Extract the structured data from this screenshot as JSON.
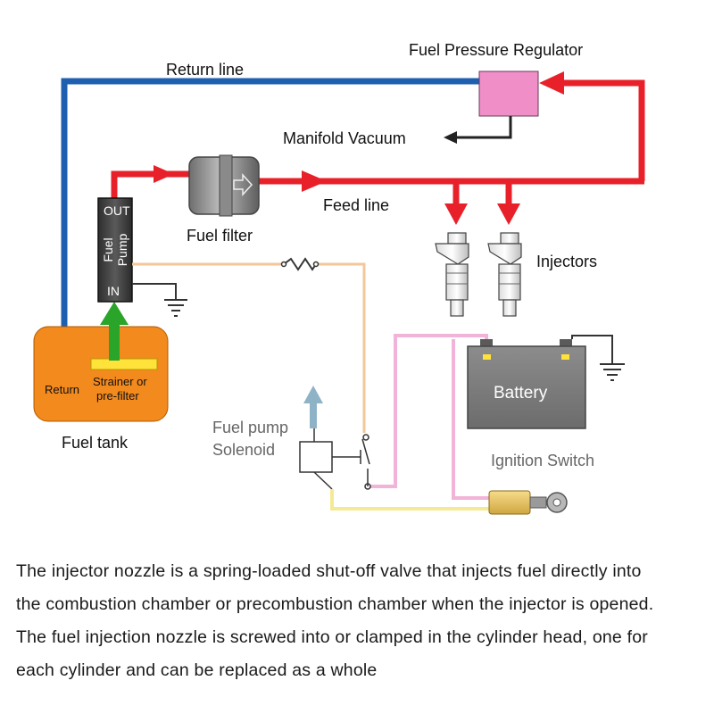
{
  "labels": {
    "fuel_pressure_regulator": "Fuel Pressure Regulator",
    "return_line": "Return line",
    "manifold_vacuum": "Manifold Vacuum",
    "feed_line": "Feed line",
    "fuel_filter": "Fuel filter",
    "injectors": "Injectors",
    "pump_out": "OUT",
    "pump_name_line1": "Fuel",
    "pump_name_line2": "Pump",
    "pump_in": "IN",
    "tank_return": "Return",
    "strainer_line1": "Strainer or",
    "strainer_line2": "pre-filter",
    "fuel_tank": "Fuel tank",
    "battery": "Battery",
    "solenoid_line1": "Fuel pump",
    "solenoid_line2": "Solenoid",
    "ignition_switch": "Ignition Switch"
  },
  "caption": {
    "lines": [
      "The injector nozzle is a spring-loaded shut-off valve that injects fuel directly into",
      "the combustion chamber or precombustion chamber when the injector is opened.",
      "The fuel injection nozzle is screwed into or clamped in the cylinder head, one for",
      "each cylinder and can be replaced as a whole"
    ]
  },
  "colors": {
    "feed_line": "#e8202a",
    "return_line": "#1f5fb0",
    "pump_inlet": "#2aa52a",
    "regulator": "#f08ec8",
    "fuel_tank": "#f28a1e",
    "strainer": "#ffe23a",
    "battery": "#7a7a7a",
    "pump_wire": "#f3c79a",
    "ignition_wire": "#f2b3d8",
    "solenoid_wire": "#f4ea96"
  }
}
